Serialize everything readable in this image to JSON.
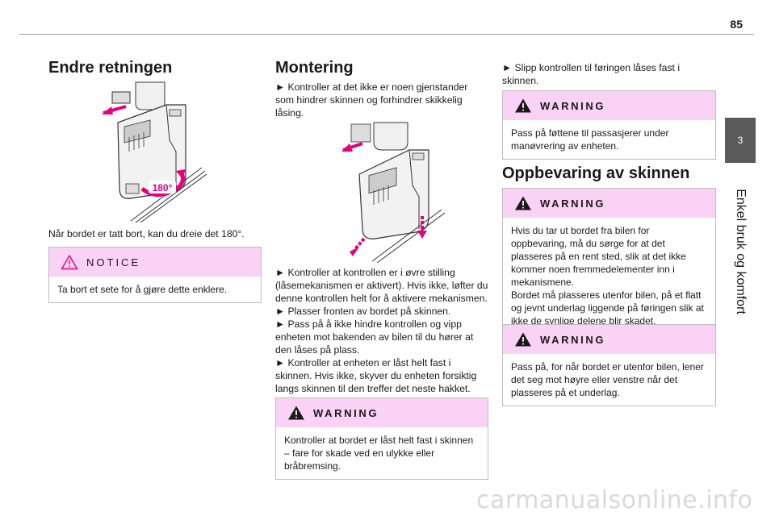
{
  "page": {
    "number": "85"
  },
  "side": {
    "tab_number": "3",
    "chapter_title": "Enkel bruk og komfort"
  },
  "col1": {
    "title": "Endre retningen",
    "illustration_label": "180°",
    "text": "Når bordet er tatt bort, kan du dreie det 180°.",
    "notice": {
      "label": "NOTICE",
      "text": "Ta bort et sete for å gjøre dette enklere."
    }
  },
  "col2": {
    "title": "Montering",
    "text1": "► Kontroller at det ikke er noen gjenstander som hindrer skinnen og forhindrer skikkelig låsing.",
    "text2": "► Kontroller at kontrollen er i øvre stilling (låsemekanismen er aktivert). Hvis ikke, løfter du denne kontrollen helt for å aktivere mekanismen.\n► Plasser fronten av bordet på skinnen.\n► Pass på å ikke hindre kontrollen og vipp enheten mot bakenden av bilen til du hører at den låses på plass.\n► Kontroller at enheten er låst helt fast i skinnen. Hvis ikke, skyver du enheten forsiktig langs skinnen til den treffer det neste hakket.",
    "warning": {
      "label": "WARNING",
      "text": "Kontroller at bordet er låst helt fast i skinnen – fare for skade ved en ulykke eller bråbremsing."
    }
  },
  "col3": {
    "text1": "► Slipp kontrollen til føringen låses fast i skinnen.",
    "warning1": {
      "label": "WARNING",
      "text": "Pass på føttene til passasjerer under manøvrering av enheten."
    },
    "title": "Oppbevaring av skinnen",
    "warning2": {
      "label": "WARNING",
      "text": "Hvis du tar ut bordet fra bilen for oppbevaring, må du sørge for at det plasseres på en rent sted, slik at det ikke kommer noen fremmedelementer inn i mekanismene.\nBordet må plasseres utenfor bilen, på et flatt og jevnt underlag liggende på føringen slik at ikke de synlige delene blir skadet."
    },
    "warning3": {
      "label": "WARNING",
      "text": "Pass på, for når bordet er utenfor bilen, lener det seg mot høyre eller venstre når det plasseres på et underlag."
    }
  },
  "footer": {
    "watermark": "carmanualsonline.info"
  },
  "colors": {
    "warning_header": "#fad2f5",
    "arrow_magenta": "#e6007e",
    "side_tab": "#5a5a5a"
  }
}
